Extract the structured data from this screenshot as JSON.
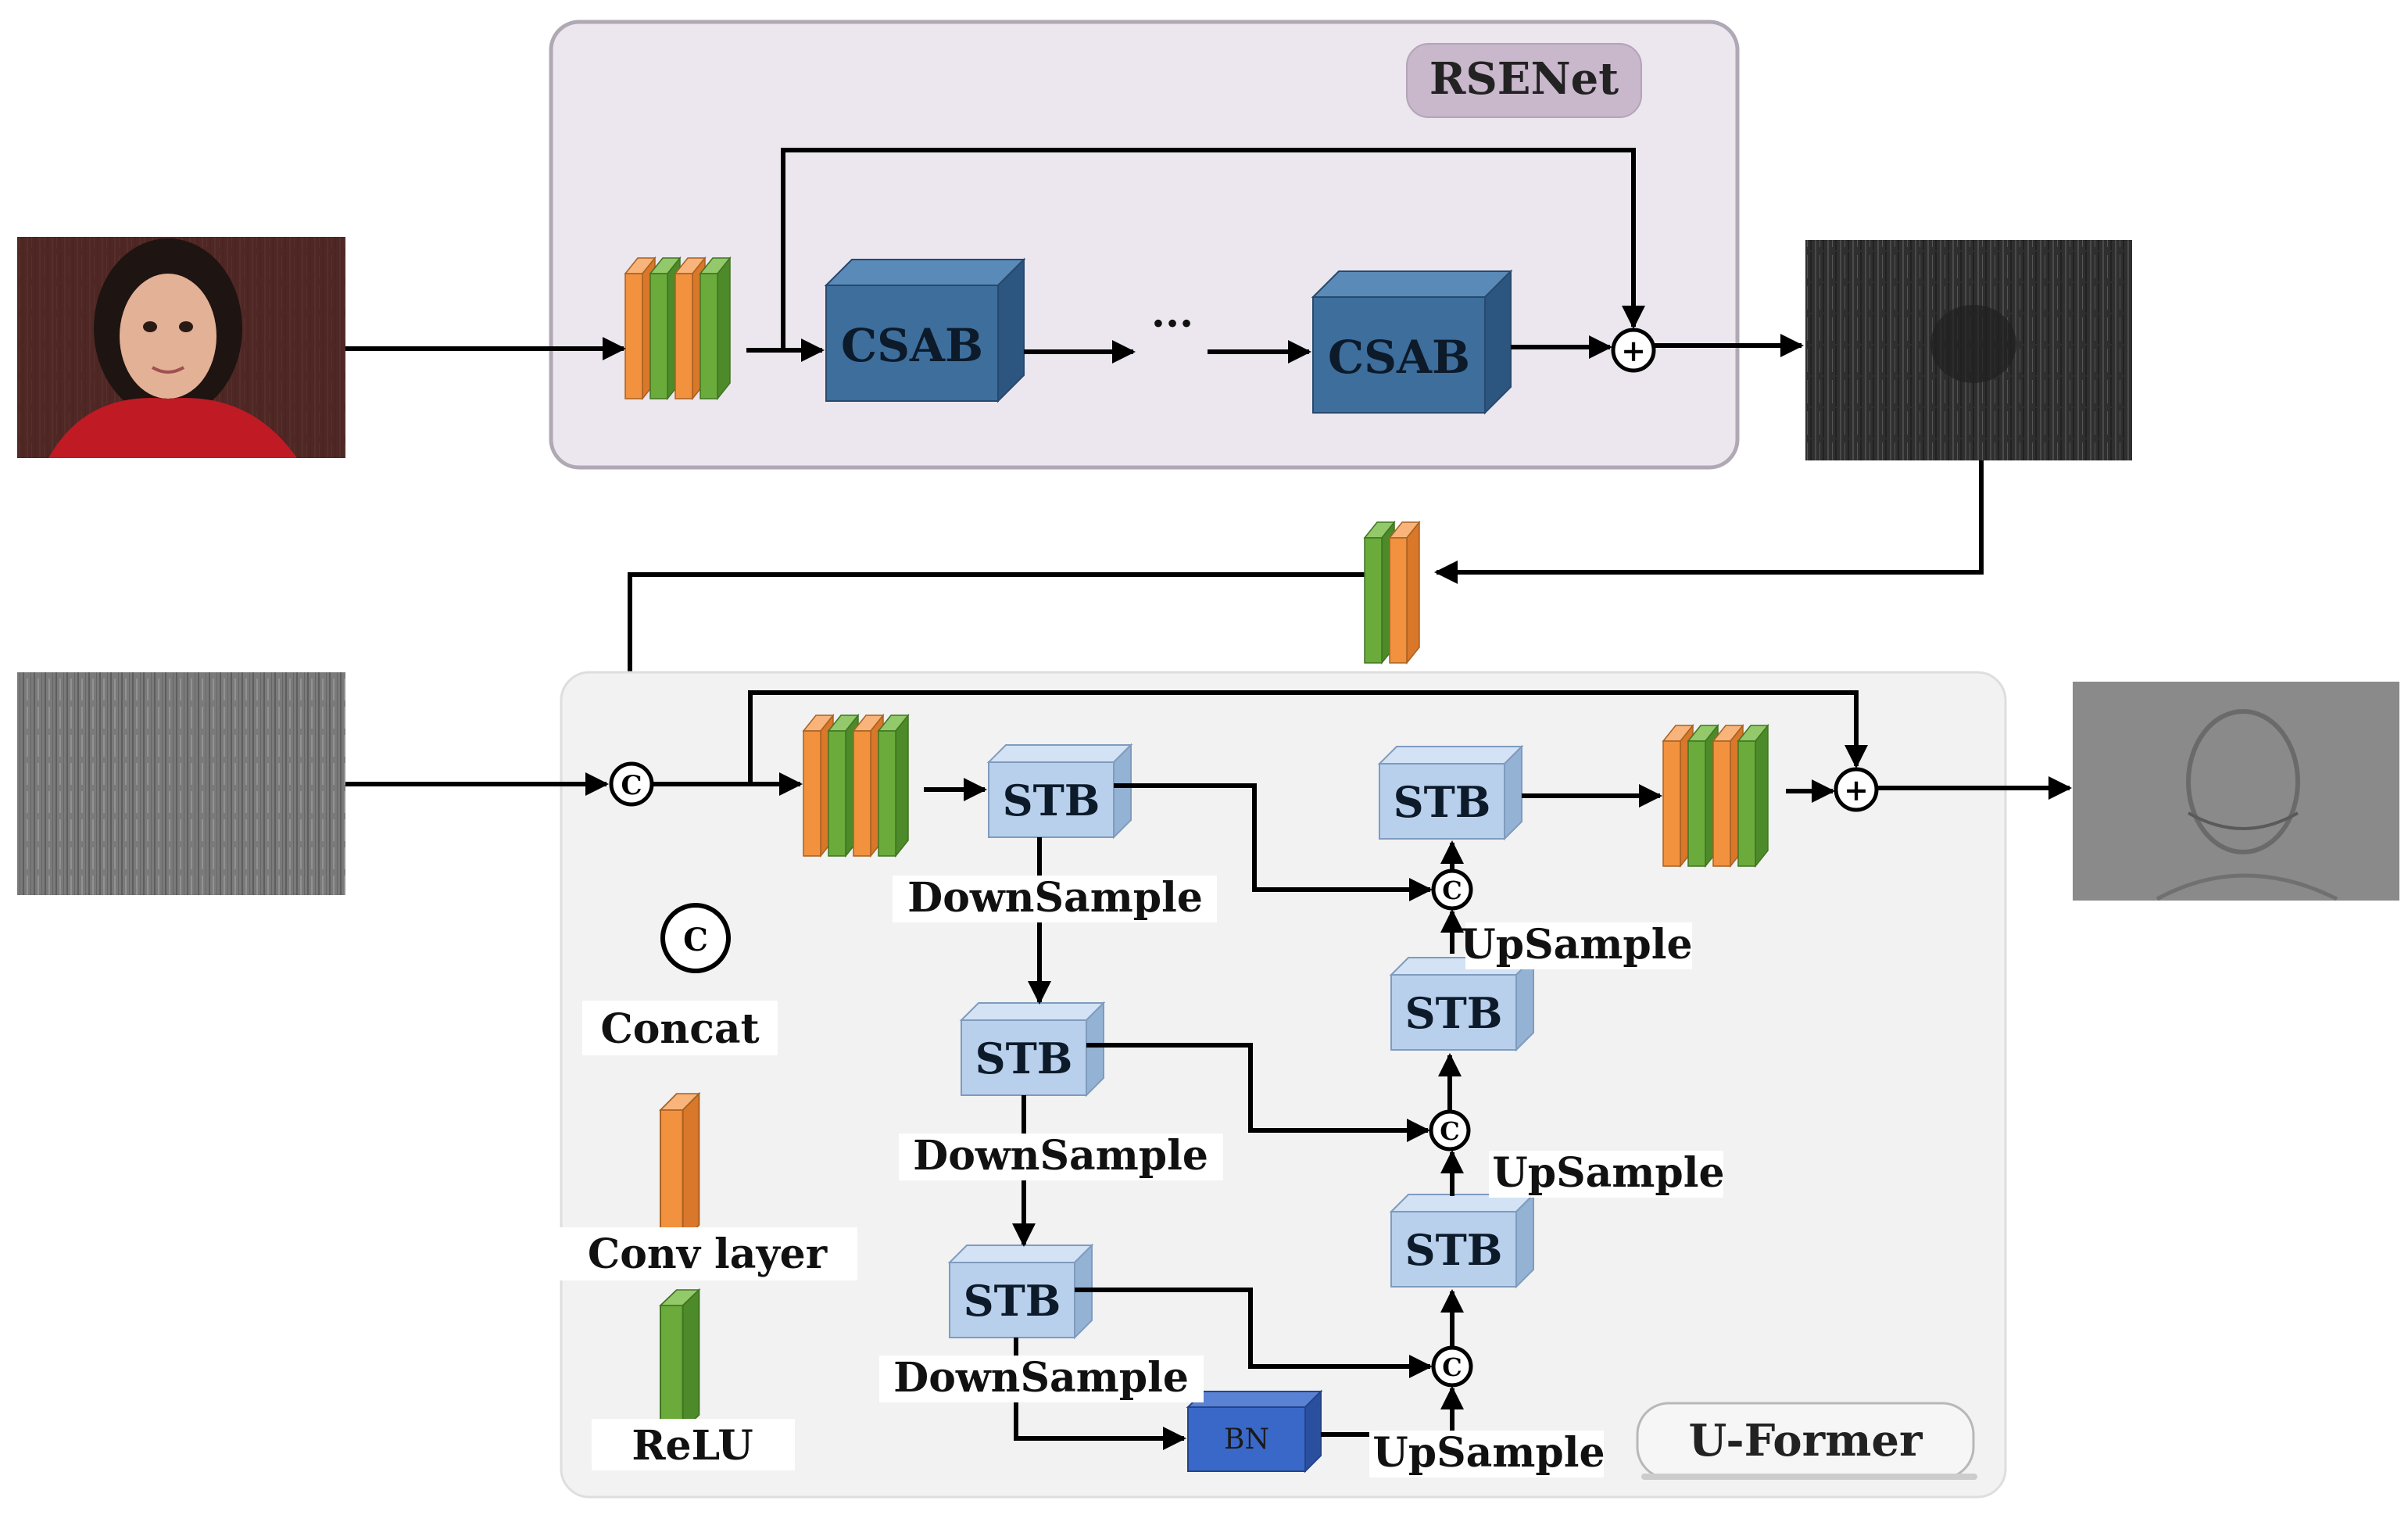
{
  "rsenet": {
    "title": "RSENet",
    "block1": "CSAB",
    "block2": "CSAB",
    "ellipsis": "···",
    "add_symbol": "+"
  },
  "uformer": {
    "title": "U-Former",
    "stb": "STB",
    "downsample": "DownSample",
    "upsample": "UpSample",
    "bn": "BN",
    "concat_symbol": "C",
    "add_symbol": "+"
  },
  "legend": {
    "concat": "Concat",
    "conv": "Conv layer",
    "relu": "ReLU",
    "concat_symbol": "C"
  },
  "colors": {
    "conv": "#f2913e",
    "relu": "#6aab3c",
    "csab": "#3d6e9c",
    "stb": "#b8d0ec",
    "bn": "#3a68c8",
    "rsenet_bg": "#ece6ef",
    "uformer_bg": "#f2f2f2"
  }
}
